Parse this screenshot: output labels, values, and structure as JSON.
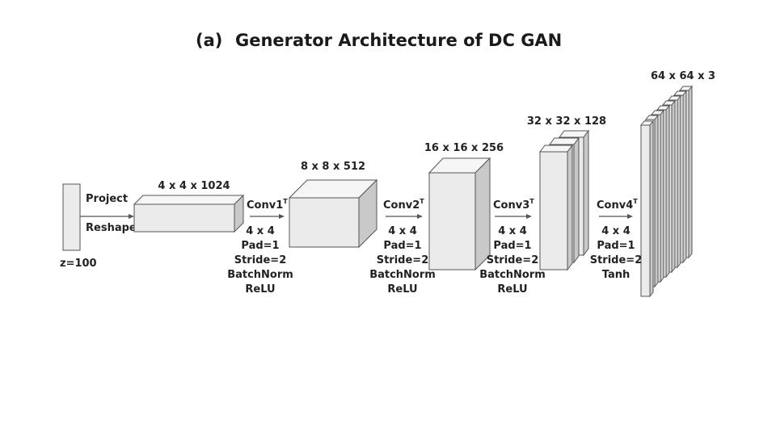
{
  "title": {
    "prefix": "(a)",
    "text": "Generator Architecture of DC GAN"
  },
  "input": {
    "label": "z=100",
    "project_label": "Project",
    "reshape_label": "Reshape"
  },
  "tensors": [
    {
      "label": "4 x 4 x 1024"
    },
    {
      "label": "8 x 8 x 512"
    },
    {
      "label": "16 x 16 x 256"
    },
    {
      "label": "32 x 32 x 128"
    },
    {
      "label": "64 x 64 x 3"
    }
  ],
  "layers": [
    {
      "name": "Conv1",
      "sup": "T",
      "params": [
        "4 x 4",
        "Pad=1",
        "Stride=2",
        "BatchNorm",
        "ReLU"
      ]
    },
    {
      "name": "Conv2",
      "sup": "T",
      "params": [
        "4 x 4",
        "Pad=1",
        "Stride=2",
        "BatchNorm",
        "ReLU"
      ]
    },
    {
      "name": "Conv3",
      "sup": "T",
      "params": [
        "4 x 4",
        "Pad=1",
        "Stride=2",
        "BatchNorm",
        "ReLU"
      ]
    },
    {
      "name": "Conv4",
      "sup": "T",
      "params": [
        "4 x 4",
        "Pad=1",
        "Stride=2",
        "Tanh"
      ]
    }
  ]
}
